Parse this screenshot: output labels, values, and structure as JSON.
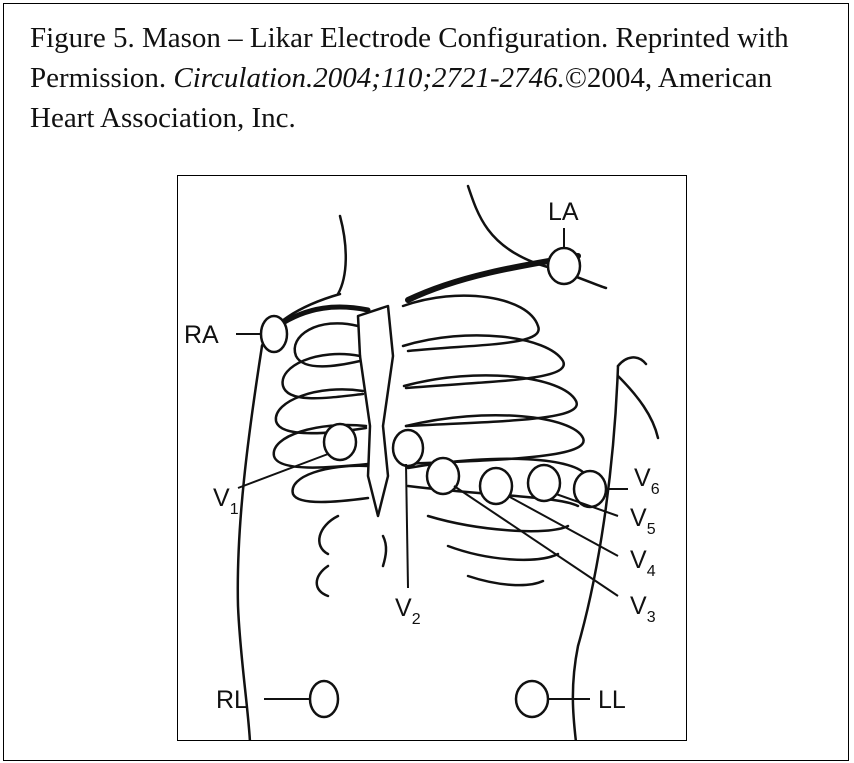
{
  "caption": {
    "part1": "Figure 5. Mason – Likar Electrode Configuration. Reprinted with Permission. ",
    "citation": "Circulation.2004;110;2721-2746.",
    "part2": "©2004, American Heart Association, Inc."
  },
  "electrodes": {
    "LA": "LA",
    "RA": "RA",
    "RL": "RL",
    "LL": "LL",
    "V1": "V",
    "V1_sub": "1",
    "V2": "V",
    "V2_sub": "2",
    "V3": "V",
    "V3_sub": "3",
    "V4": "V",
    "V4_sub": "4",
    "V5": "V",
    "V5_sub": "5",
    "V6": "V",
    "V6_sub": "6"
  },
  "colors": {
    "ink": "#111111",
    "background": "#ffffff"
  }
}
